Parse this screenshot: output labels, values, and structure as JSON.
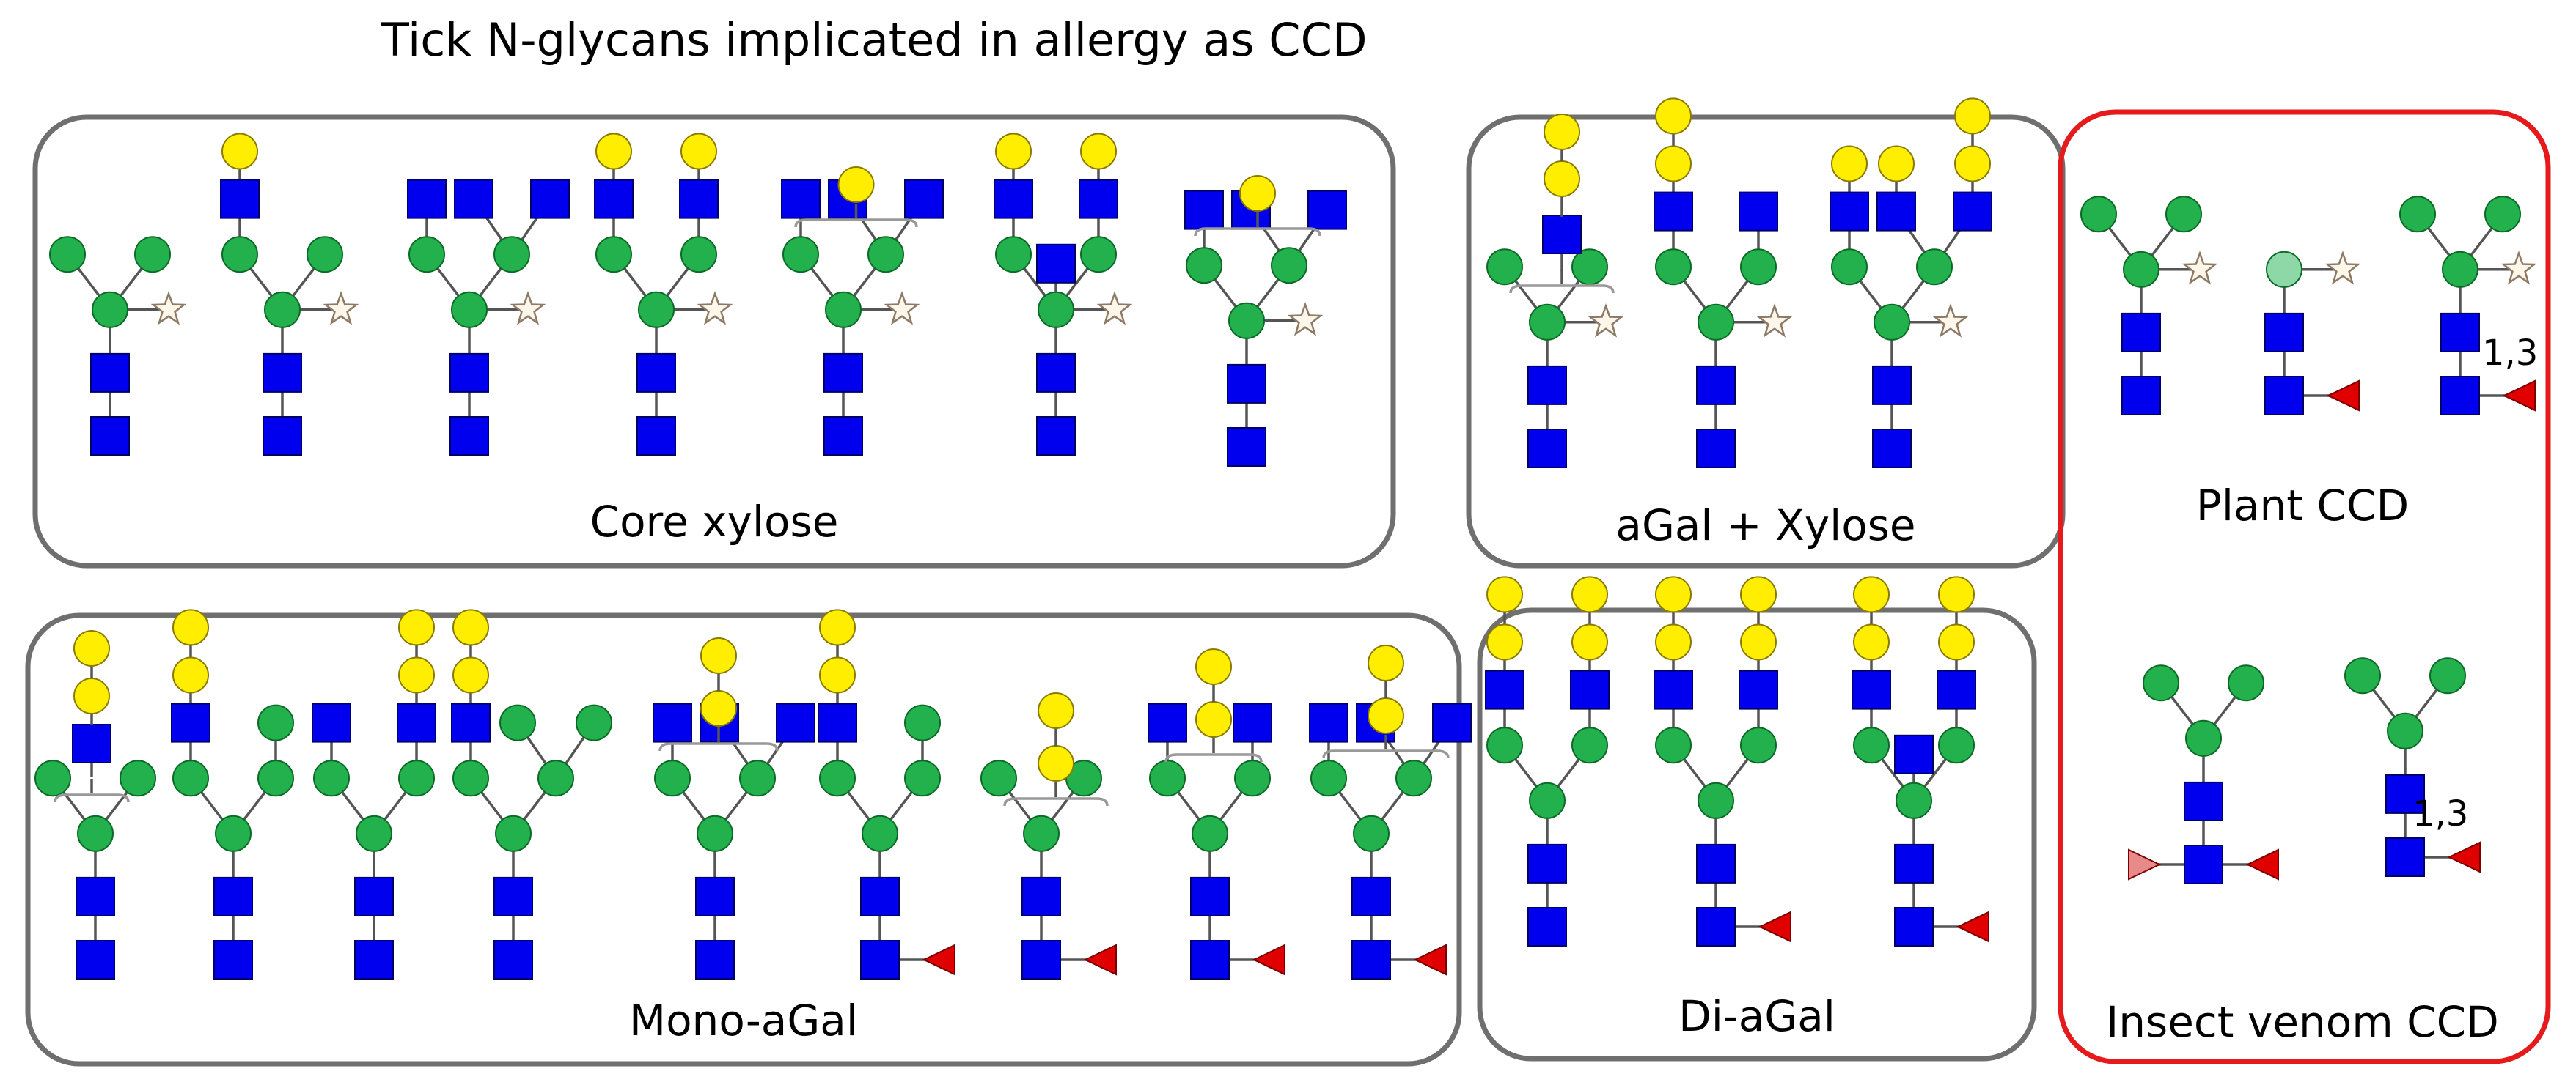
{
  "title": "Tick N-glycans implicated in allergy as CCD",
  "colors": {
    "mannose": "#22b14c",
    "mannose_stroke": "#0b6b26",
    "glcnac": "#0000ee",
    "glcnac_stroke": "#00006b",
    "galactose": "#ffee00",
    "galactose_stroke": "#8a7a00",
    "fucose": "#e00000",
    "fucose_pale": "#e98a8a",
    "xylose_stroke": "#8c7a66",
    "xylose_fill": "#fff6ea",
    "pale_mannose": "#8ed8a8",
    "box_border": "#6f6f6f",
    "highlight_border": "#e41a1c"
  },
  "panels": {
    "core_xylose": {
      "label": "Core xylose"
    },
    "agal_xylose": {
      "label": "aGal  + Xylose"
    },
    "mono_agal": {
      "label": "Mono-aGal"
    },
    "di_agal": {
      "label": "Di-aGal"
    },
    "plant_ccd": {
      "label": "Plant CCD",
      "linkage_label": "1,3"
    },
    "insect_ccd": {
      "label": "Insect venom CCD",
      "linkage_label": "1,3"
    }
  },
  "icons": [
    "glcnac-square-icon",
    "mannose-circle-icon",
    "galactose-circle-icon",
    "xylose-star-icon",
    "fucose-triangle-icon"
  ]
}
